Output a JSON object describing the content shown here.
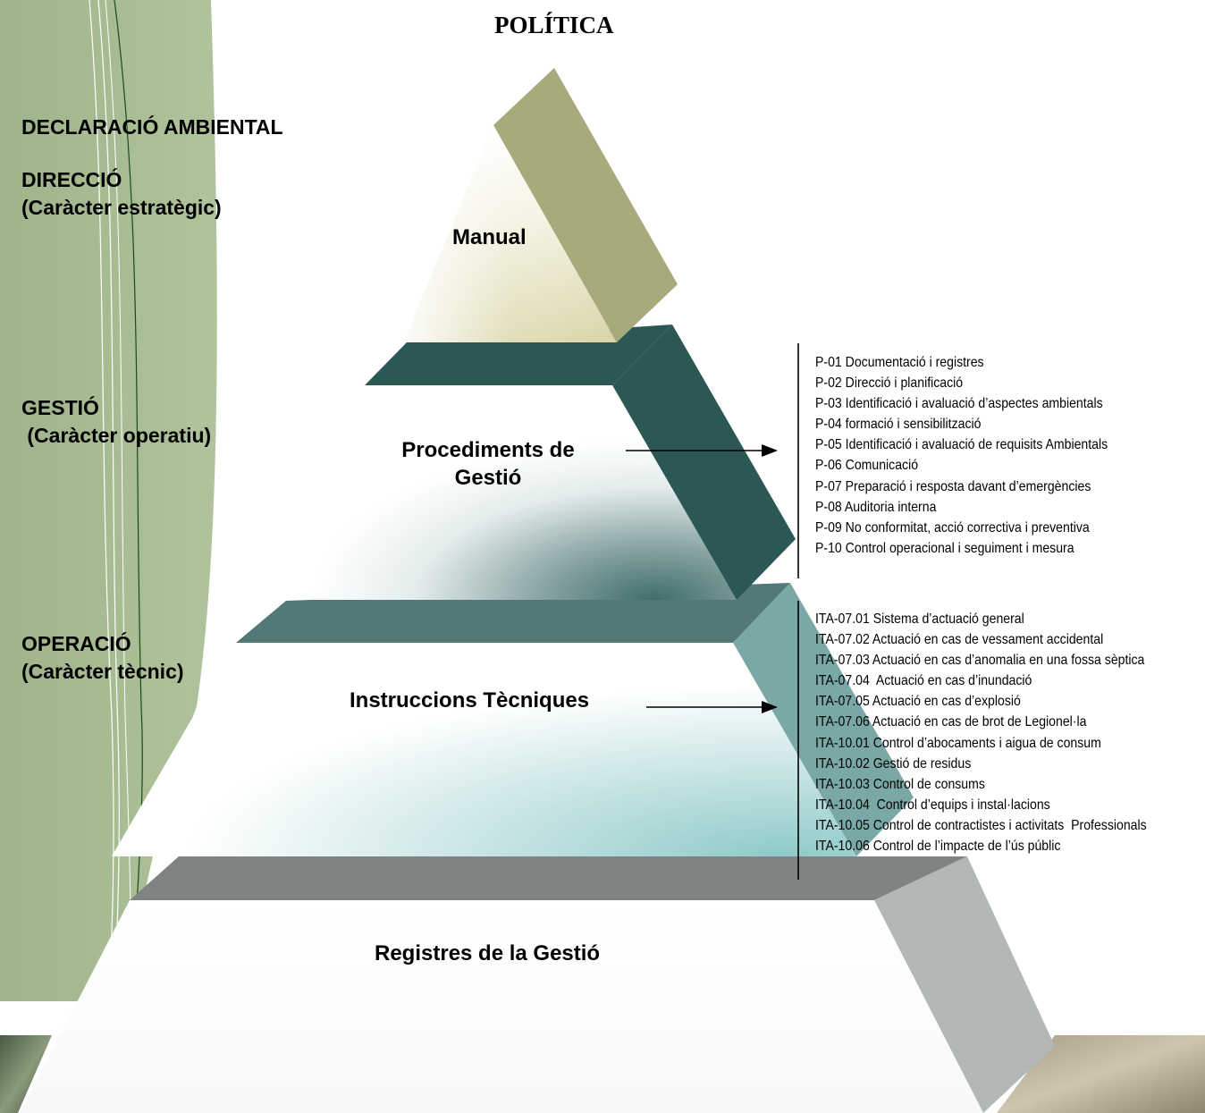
{
  "title": "POLÍTICA",
  "left_labels": {
    "declaracio": "DECLARACIÓ  AMBIENTAL",
    "direccio": [
      "DIRECCIÓ",
      "(Caràcter estratègic)"
    ],
    "gestio": [
      "GESTIÓ",
      " (Caràcter operatiu)"
    ],
    "operacio": [
      "OPERACIÓ",
      "(Caràcter tècnic)"
    ]
  },
  "levels": {
    "manual": "Manual",
    "procediments": [
      "Procediments de",
      "Gestió"
    ],
    "instruccions": "Instruccions Tècniques",
    "registres": "Registres de la Gestió"
  },
  "procediments_list": [
    "P-01 Documentació i registres",
    "P-02 Direcció i planificació",
    "P-03 Identificació i avaluació d’aspectes  ambientals",
    "P-04 formació i sensibilització",
    "P-05 Identificació i avaluació de requisits Ambientals",
    "P-06 Comunicació",
    "P-07 Preparació i resposta davant d’emergències",
    "P-08 Auditoria interna",
    "P-09 No conformitat, acció correctiva i preventiva",
    "P-10 Control operacional i seguiment i mesura"
  ],
  "instruccions_list": [
    "ITA-07.01 Sistema d’actuació general",
    "ITA-07.02 Actuació en cas de vessament accidental",
    "ITA-07.03 Actuació en cas d’anomalia en una fossa sèptica",
    "ITA-07.04  Actuació en cas d’inundació",
    "ITA-07.05 Actuació en cas d’explosió",
    "ITA-07.06 Actuació en cas de brot de Legionel·la",
    "ITA-10.01 Control d’abocaments i aigua de consum",
    "ITA-10.02 Gestió de residus",
    "ITA-10.03 Control de consums",
    "ITA-10.04  Control d’equips i instal·lacions",
    "ITA-10.05 Control de contractistes i activitats  Professionals",
    "ITA-10.06 Control de l’impacte de l’ús públic"
  ],
  "colors": {
    "green_panel": "#a8bd90",
    "olive": "#a9aa7c",
    "dark_teal": "#2b5855",
    "mid_teal": "#527978",
    "light_teal": "#7aa8a6",
    "gray_band": "#7f8383",
    "light_gray": "#b1b8b7"
  }
}
